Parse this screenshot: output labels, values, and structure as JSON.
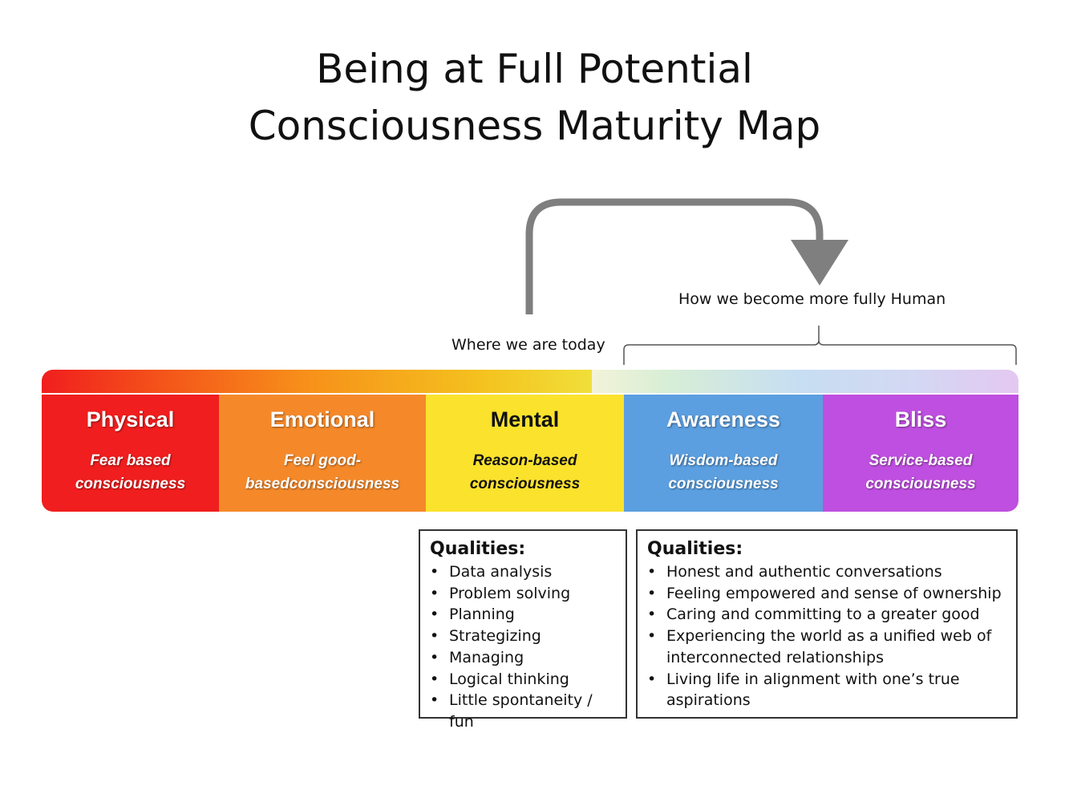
{
  "title": {
    "line1": "Being at Full Potential",
    "line2": "Consciousness Maturity Map"
  },
  "annotations": {
    "today": "Where we are today",
    "human": "How we become more fully Human"
  },
  "stages": [
    {
      "name": "Physical",
      "subtitle": "Fear based consciousness",
      "color": "#f01e1e"
    },
    {
      "name": "Emotional",
      "subtitle": "Feel good-basedconsciousness",
      "color": "#f5892a"
    },
    {
      "name": "Mental",
      "subtitle": "Reason-based consciousness",
      "color": "#fbe22d"
    },
    {
      "name": "Awareness",
      "subtitle": "Wisdom-based consciousness",
      "color": "#5b9fe0"
    },
    {
      "name": "Bliss",
      "subtitle": "Service-based consciousness",
      "color": "#bf4fe0"
    }
  ],
  "qualities_left": {
    "heading": "Qualities:",
    "items": [
      "Data analysis",
      "Problem solving",
      "Planning",
      "Strategizing",
      "Managing",
      "Logical thinking",
      "Little spontaneity / fun"
    ]
  },
  "qualities_right": {
    "heading": "Qualities:",
    "items": [
      "Honest and authentic conversations",
      "Feeling empowered and sense of ownership",
      "Caring and committing to a greater good",
      "Experiencing the world as a unified web of interconnected relationships",
      "Living life in alignment with one’s true aspirations"
    ]
  },
  "colors": {
    "arrow": "#7f7f7f",
    "bracket": "#555555",
    "box_border": "#333333"
  }
}
